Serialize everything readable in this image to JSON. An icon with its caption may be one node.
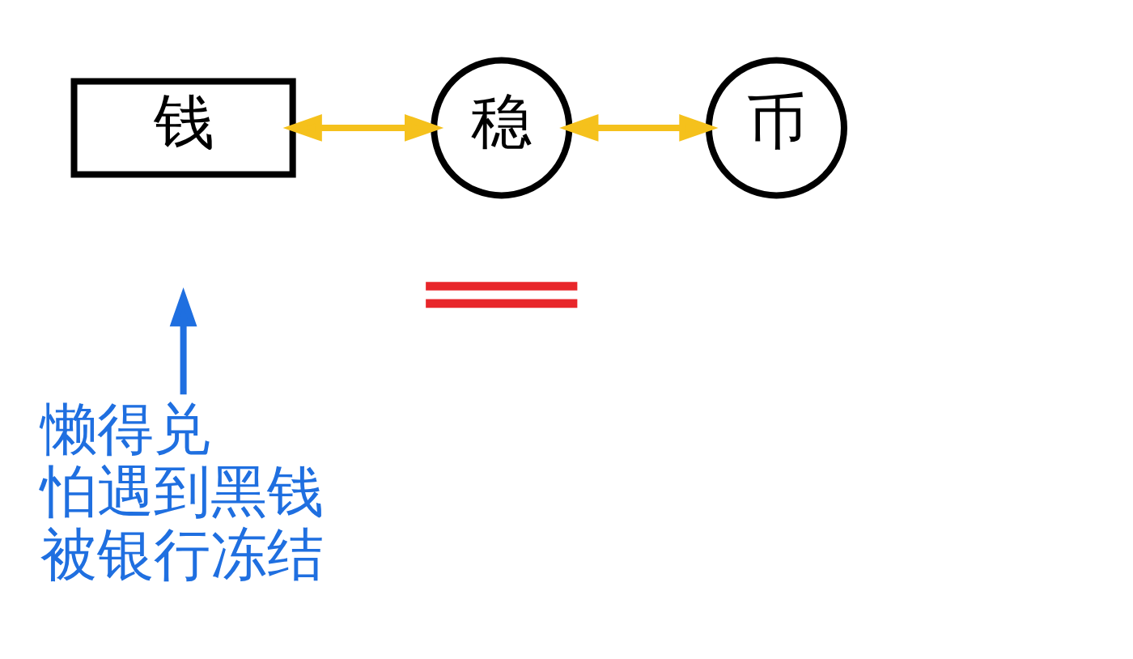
{
  "diagram": {
    "nodes": [
      {
        "text": [
          "钱"
        ]
      },
      {
        "text": [
          "稳"
        ]
      },
      {
        "text": [
          "币"
        ]
      },
      {
        "text": [
          "懒得兑",
          "怕遇到黑钱",
          "被银行冻结"
        ]
      }
    ],
    "edges": [
      {
        "from": 0,
        "to": 1,
        "arrow": "both",
        "color": "#f5c11c"
      },
      {
        "from": 1,
        "to": 2,
        "arrow": "both",
        "color": "#f5c11c"
      },
      {
        "from": 3,
        "to": null,
        "arrow": "to",
        "color": "#1f6fe0"
      }
    ]
  }
}
